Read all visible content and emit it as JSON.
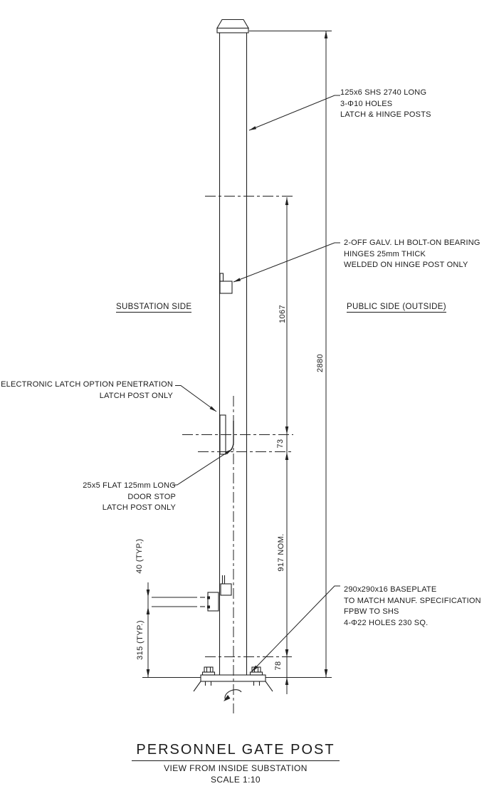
{
  "title_block": {
    "title": "PERSONNEL GATE POST",
    "subtitle": "VIEW FROM INSIDE SUBSTATION",
    "scale": "SCALE 1:10"
  },
  "side_labels": {
    "substation": "SUBSTATION SIDE",
    "public": "PUBLIC SIDE (OUTSIDE)"
  },
  "notes": {
    "post": [
      "125x6 SHS 2740 LONG",
      "3-Φ10 HOLES",
      "LATCH & HINGE POSTS"
    ],
    "hinge": [
      "2-OFF GALV. LH BOLT-ON BEARING",
      "HINGES 25mm THICK",
      "WELDED ON HINGE POST ONLY"
    ],
    "latch_option": [
      "ELECTRONIC LATCH OPTION PENETRATION",
      "LATCH POST ONLY"
    ],
    "door_stop": [
      "25x5 FLAT 125mm LONG",
      "DOOR STOP",
      "LATCH POST ONLY"
    ],
    "baseplate": [
      "290x290x16 BASEPLATE",
      "TO MATCH MANUF. SPECIFICATION",
      "FPBW TO SHS",
      "4-Φ22 HOLES 230 SQ."
    ]
  },
  "dimensions": {
    "overall_height": "2880",
    "top_to_latch": "1067",
    "latch_zone": "73",
    "latch_to_base": "917 NOM.",
    "base_zone": "78",
    "stop_gap": "40 (TYP.)",
    "stop_height": "315 (TYP.)"
  },
  "line_color": "#1c1c1c"
}
